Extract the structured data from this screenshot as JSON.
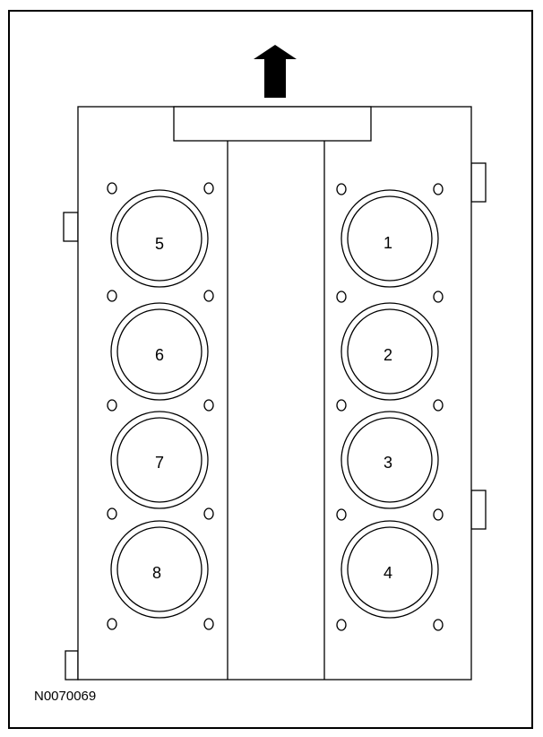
{
  "diagram": {
    "figure_code": "N0070069",
    "direction_indicator": "front-arrow",
    "cylinders": [
      {
        "number": "1",
        "bank": "right"
      },
      {
        "number": "2",
        "bank": "right"
      },
      {
        "number": "3",
        "bank": "right"
      },
      {
        "number": "4",
        "bank": "right"
      },
      {
        "number": "5",
        "bank": "left"
      },
      {
        "number": "6",
        "bank": "left"
      },
      {
        "number": "7",
        "bank": "left"
      },
      {
        "number": "8",
        "bank": "left"
      }
    ]
  }
}
